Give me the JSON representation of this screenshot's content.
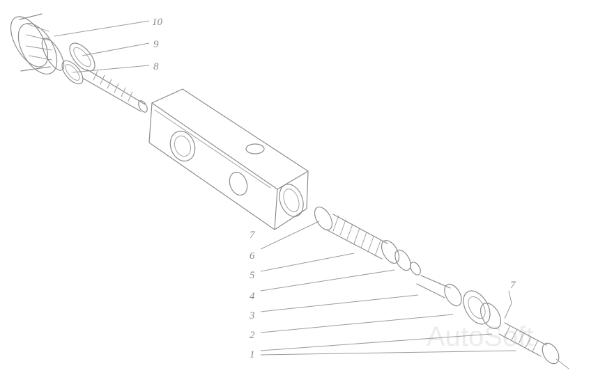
{
  "callouts": {
    "c10": "10",
    "c9": "9",
    "c8": "8",
    "c7a": "7",
    "c6": "6",
    "c5": "5",
    "c4": "4",
    "c3": "3",
    "c2": "2",
    "c1": "1",
    "c7b": "7"
  },
  "watermark": "AutoSoft",
  "colors": {
    "line": "#8c8c8c",
    "watermark": "#ececec"
  }
}
